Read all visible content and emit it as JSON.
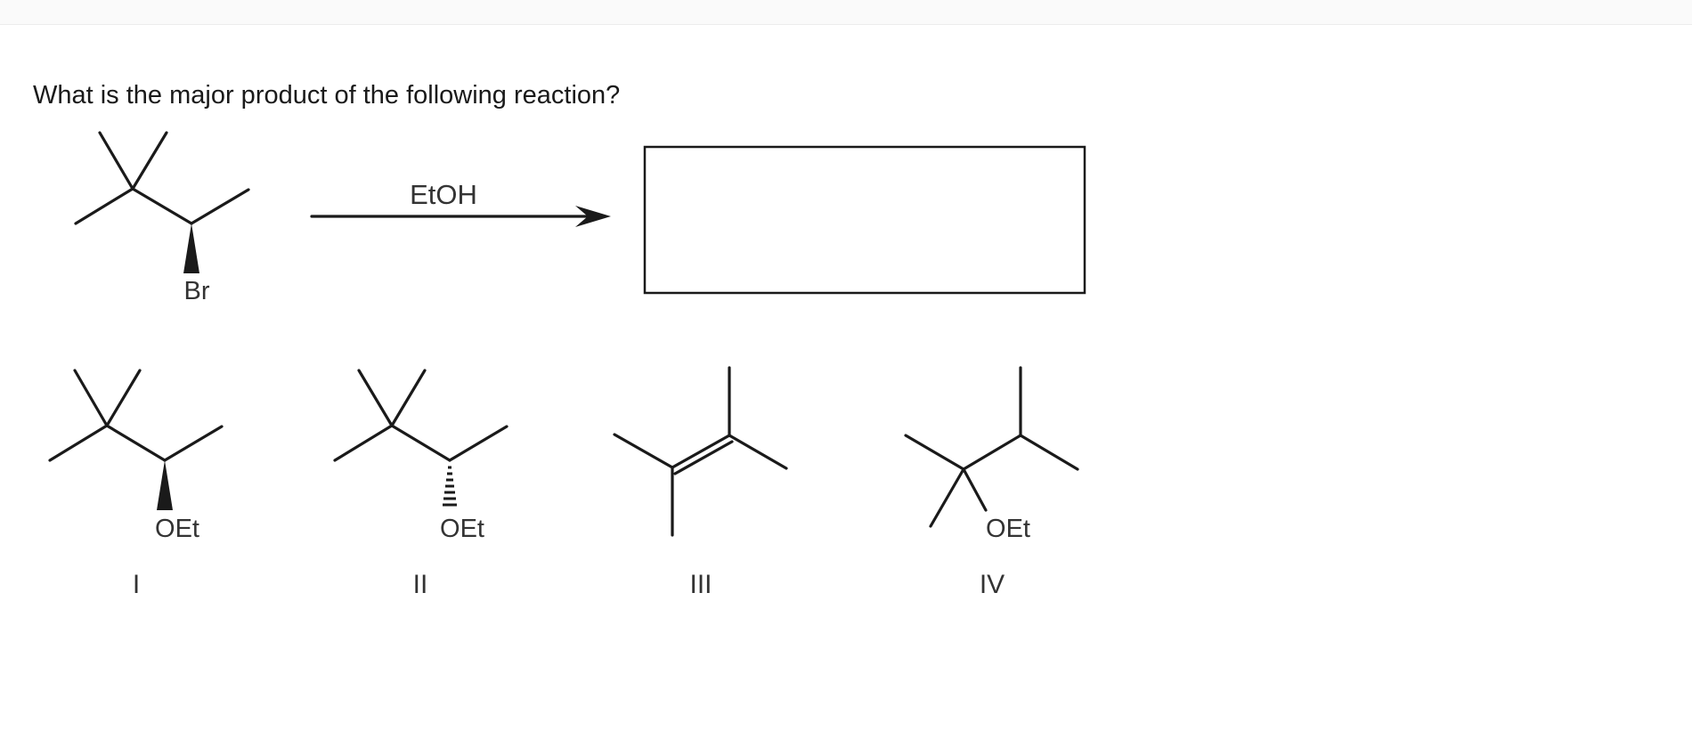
{
  "question": {
    "text": "What is the major product of the following reaction?"
  },
  "reaction": {
    "reactant_label": "Br",
    "reagent": "EtOH",
    "answer_box": ""
  },
  "choices": [
    {
      "numeral": "I",
      "substituent": "OEt"
    },
    {
      "numeral": "II",
      "substituent": "OEt"
    },
    {
      "numeral": "III"
    },
    {
      "numeral": "IV",
      "substituent": "OEt"
    }
  ],
  "colors": {
    "line": "#1a1a1a",
    "label": "#333333",
    "background": "#ffffff"
  }
}
